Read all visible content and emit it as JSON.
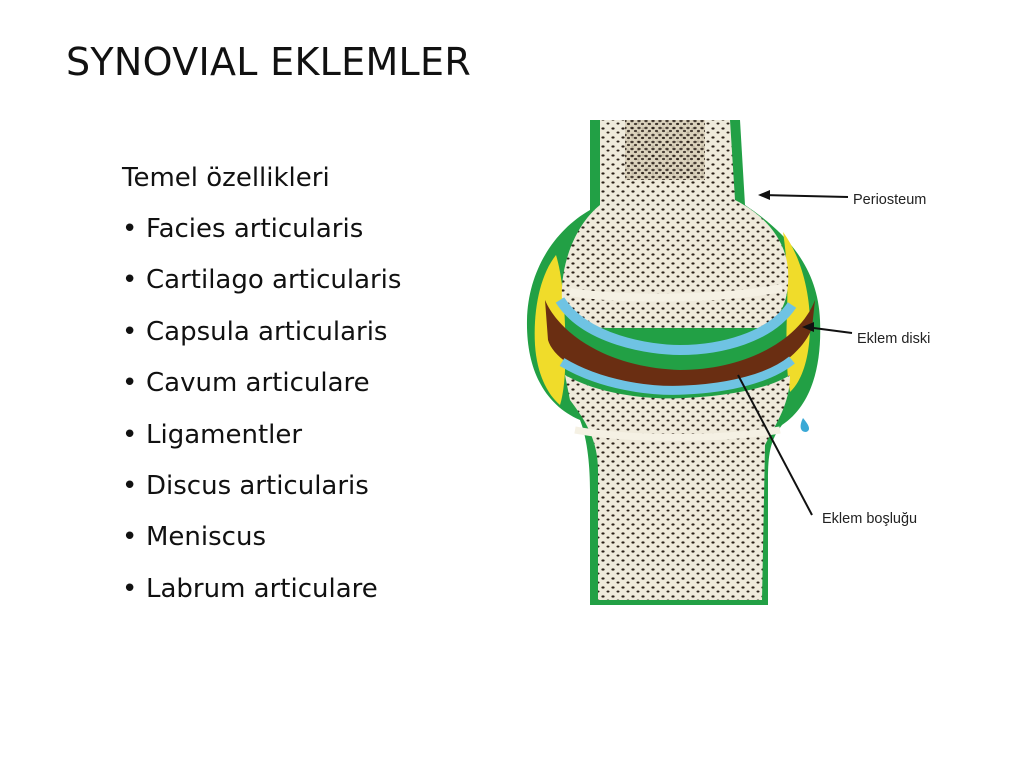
{
  "slide": {
    "title": "SYNOVIAL EKLEMLER",
    "subtitle": "Temel özellikleri",
    "bullets": [
      "Facies articularis",
      "Cartilago articularis",
      "Capsula articularis",
      "Cavum articulare",
      "Ligamentler",
      "Discus articularis",
      "Meniscus",
      "Labrum articulare"
    ],
    "bullet_char": "•"
  },
  "figure": {
    "labels": {
      "periosteum": "Periosteum",
      "disc": "Eklem diski",
      "cavity": "Eklem boşluğu"
    },
    "colors": {
      "capsule_green": "#22a045",
      "fat_yellow": "#f0dc2a",
      "disc_brown": "#6a2e12",
      "cartilage_blue": "#6fc3e3",
      "bone_fill": "#efeadb",
      "bone_spots": "#2b2018"
    }
  }
}
